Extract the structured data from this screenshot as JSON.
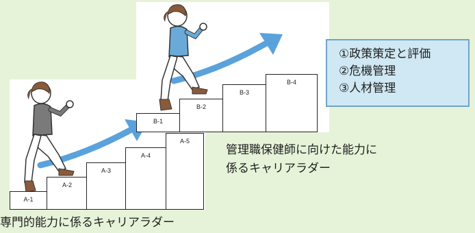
{
  "panel_a": {
    "steps": [
      "A-1",
      "A-2",
      "A-3",
      "A-4",
      "A-5"
    ],
    "caption": "専門的能力に係るキャリアラダー"
  },
  "panel_b": {
    "steps": [
      "B-1",
      "B-2",
      "B-3",
      "B-4"
    ],
    "caption_line1": "管理職保健師に向けた能力に",
    "caption_line2": "係るキャリアラダー"
  },
  "info_box": {
    "items": [
      "①政策策定と評価",
      "②危機管理",
      "③人材管理"
    ]
  },
  "colors": {
    "background": "#e6f3d8",
    "info_box_fill": "#cfe8f3",
    "info_box_border": "#6ea4c9",
    "arrow": "#5aa2dc",
    "hair": "#8a5a3a",
    "sweater_a": "#7a7a7a",
    "sweater_b": "#6aaad8",
    "trousers": "#ffffff"
  }
}
